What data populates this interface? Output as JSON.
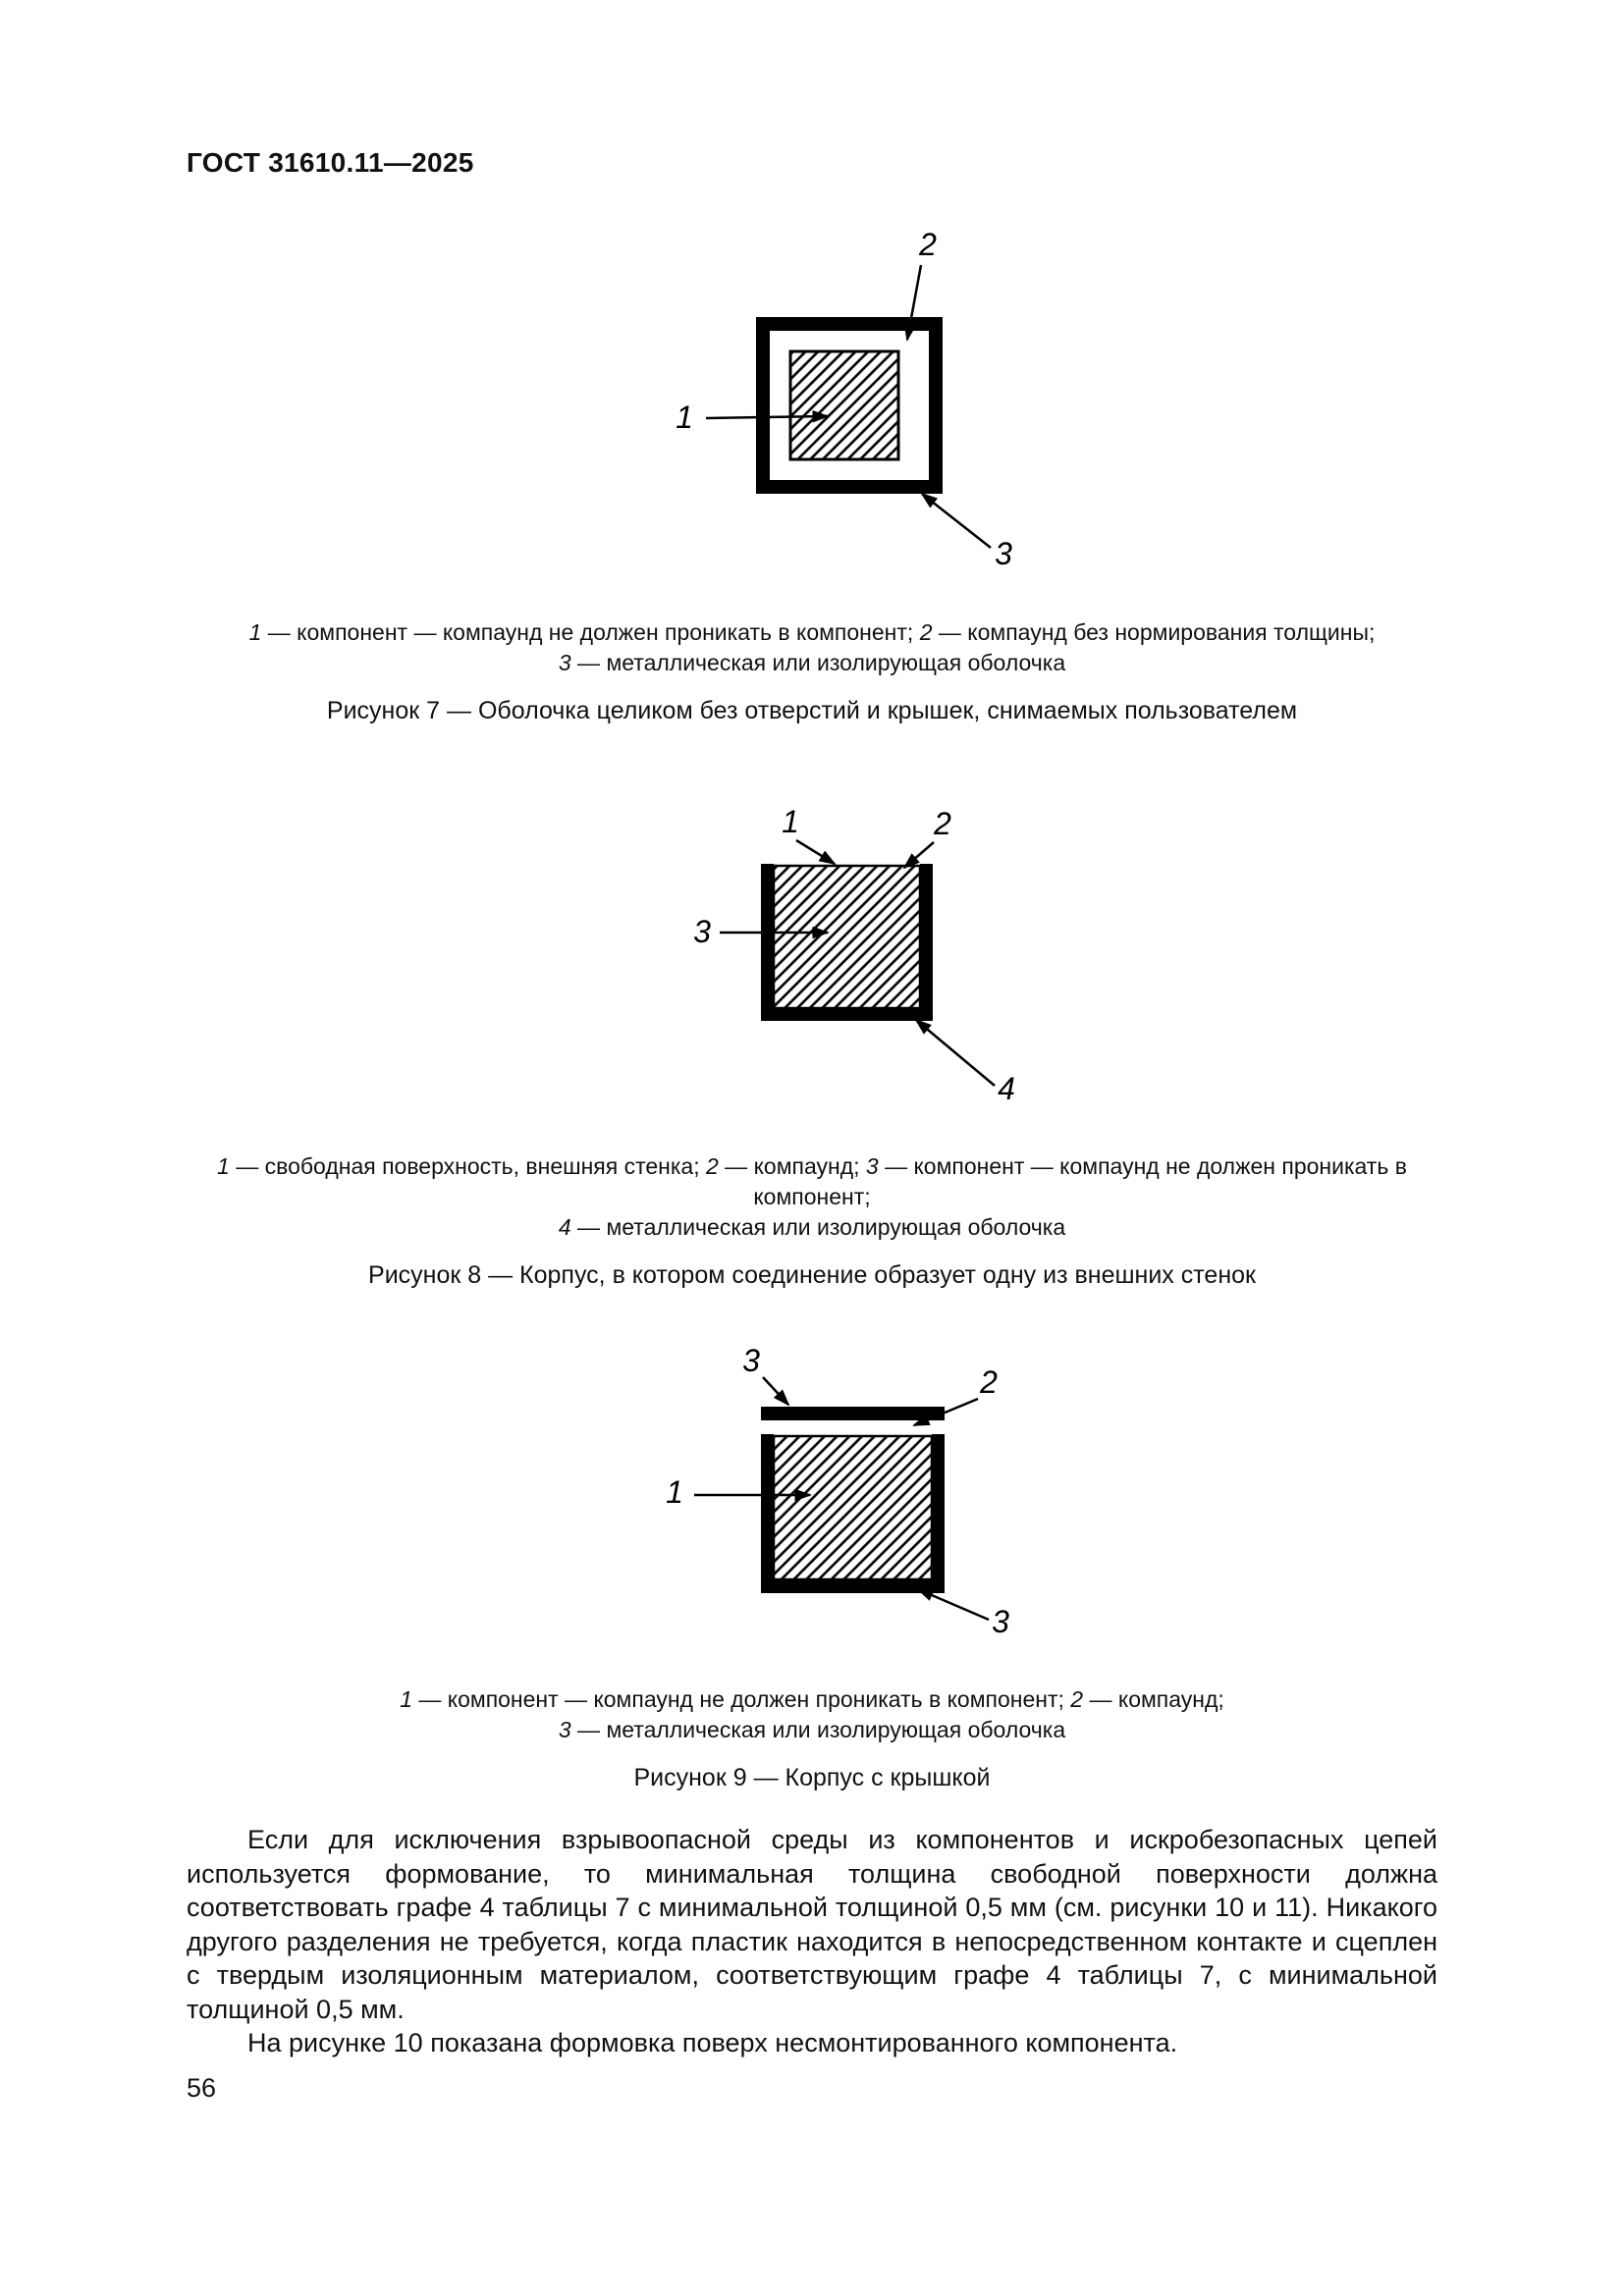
{
  "header": {
    "title": "ГОСТ 31610.11—2025"
  },
  "colors": {
    "ink": "#000000",
    "paper": "#ffffff"
  },
  "figures": [
    {
      "labels": {
        "l1": "1",
        "l2": "2",
        "l3": "3"
      },
      "caption_lines": [
        [
          {
            "n": "1",
            "t": " — компонент — компаунд не должен проникать в компонент; "
          },
          {
            "n": "2",
            "t": " — компаунд без нормирования толщины;"
          }
        ],
        [
          {
            "n": "3",
            "t": " — металлическая или изолирующая оболочка"
          }
        ]
      ],
      "title": "Рисунок 7 — Оболочка целиком без отверстий и крышек, снимаемых пользователем"
    },
    {
      "labels": {
        "l1": "1",
        "l2": "2",
        "l3": "3",
        "l4": "4"
      },
      "caption_lines": [
        [
          {
            "n": "1",
            "t": " — свободная поверхность, внешняя стенка; "
          },
          {
            "n": "2",
            "t": " — компаунд; "
          },
          {
            "n": "3",
            "t": " — компонент — компаунд не должен проникать в компонент;"
          }
        ],
        [
          {
            "n": "4",
            "t": " — металлическая или изолирующая оболочка"
          }
        ]
      ],
      "title": "Рисунок 8 — Корпус, в котором соединение образует одну из внешних стенок"
    },
    {
      "labels": {
        "l1": "1",
        "l2": "2",
        "l3": "3"
      },
      "caption_lines": [
        [
          {
            "n": "1",
            "t": " — компонент — компаунд не должен проникать в компонент; "
          },
          {
            "n": "2",
            "t": " — компаунд;"
          }
        ],
        [
          {
            "n": "3",
            "t": " — металлическая или изолирующая оболочка"
          }
        ]
      ],
      "title": "Рисунок 9 — Корпус с крышкой"
    }
  ],
  "body": {
    "paragraphs": [
      "Если для исключения взрывоопасной среды из компонентов и искробезопасных цепей используется формование, то минимальная толщина свободной поверхности должна соответствовать графе 4 таблицы 7 с минимальной толщиной 0,5 мм (см. рисунки 10 и 11). Никакого другого разделения не требуется, когда пластик находится в непосредственном контакте и сцеплен с твердым изоляционным материалом, соответствующим графе 4 таблицы 7, с минимальной толщиной 0,5 мм.",
      "На рисунке 10 показана формовка поверх несмонтированного компонента."
    ]
  },
  "footer": {
    "page_number": "56"
  }
}
